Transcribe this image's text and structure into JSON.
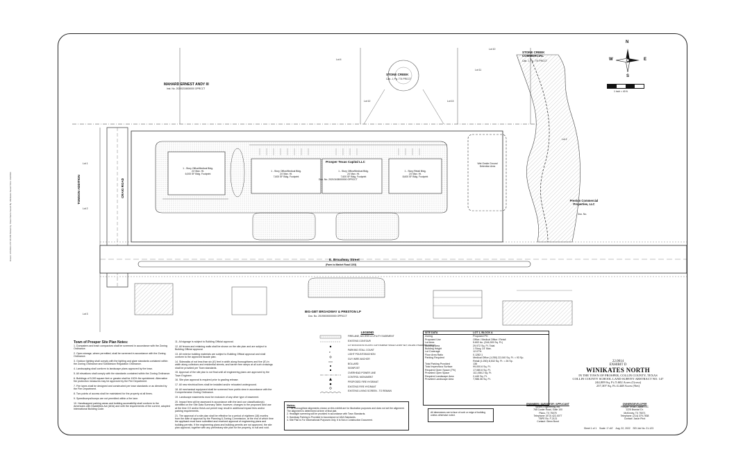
{
  "plan": {
    "owners": {
      "mahard": {
        "title": "MAHARD ERNEST ANDY III",
        "sub": "Inst. No. 20200218000000 OPRCCT"
      },
      "stone_creek": {
        "title": "STONE CREEK",
        "sub": "Cab. J, Pg. 774 PRCCT"
      },
      "stone_creek_commercial": {
        "title": "STONE CREEK COMMERCIAL",
        "sub": "Cab. J, Pg. 774 PRCCT"
      },
      "prosper_texas_capital": {
        "title": "Prosper Texas Capital LLC",
        "sub": "Doc. No. 20210108000000 OPRCCT"
      },
      "preston_commercial": {
        "title": "Preston Commercial Properties, LLC",
        "sub": "Doc. No."
      },
      "tomson_addition": "TOMSON ADDITION",
      "big_gbt": {
        "title": "BIG-GBT BROADWAY & PRESTON LP",
        "sub": "Doc. No. 20190000000000 OPRCCT"
      }
    },
    "lots": [
      "Lot 4",
      "Lot 12",
      "Lot 11",
      "Lot 13",
      "Lot 1",
      "Lot 2",
      "Lot 3",
      "Lot 10",
      "Lot 2"
    ],
    "roads": {
      "craig": "CRAIG ROAD",
      "broadway": "E. Broadway Street",
      "broadway_sub": "(Farm to Market Road 1193)"
    },
    "buildings": [
      {
        "name": "1 - Story Office/Medical Bldg.",
        "height": "24' Max. Ht.",
        "area": "6,000 SF Bldg. Footprint"
      },
      {
        "name": "1 - Story Office/Medical Bldg.",
        "height": "24' Max. Ht.",
        "area": "7,600 SF Bldg. Footprint"
      },
      {
        "name": "1 - Story Office/Medical Bldg.",
        "height": "24' Max. Ht.",
        "area": "7,600 SF Bldg. Footprint"
      },
      {
        "name": "1 - Story Retail Bldg.",
        "height": "24' Max. Ht.",
        "area": "8,600 SF Bldg. Footprint"
      }
    ],
    "pond": {
      "title": "Wet Onsite Ground Detention Area"
    }
  },
  "north_arrow": {
    "n": "N",
    "s": "S",
    "e": "E",
    "w": "W"
  },
  "scale": {
    "text": "1 inch = 40 ft."
  },
  "notes": {
    "title": "Town of Prosper Site Plan Notes:",
    "col1": [
      "1. Dumpsters and trash compactors shall be screened in accordance with the Zoning Ordinance.",
      "2. Open storage, where permitted, shall be screened in accordance with the Zoning Ordinance.",
      "3. Outdoor lighting shall comply with the lighting and glare standards contained within the Zoning Ordinance and Subdivision Regulation Ordinance.",
      "4. Landscaping shall conform to landscape plans approved by the town.",
      "5. All elevations shall comply with the standards contained within the Zoning Ordinance.",
      "6. Buildings of 5,000 square feet or greater shall be 100% fire sprinklered. Alternative fire protection measures may be approved by the Fire Department.",
      "7. Fire lanes shall be designed and constructed per town standards or as directed by the Fire Department.",
      "8. Two points of access shall be maintained for the property at all times.",
      "9. Speedbumps/humps are not permitted within a fire lane.",
      "10. Handicapped parking areas and building accessibility shall conform to the Americans with Disabilities Act (ADA) and with the requirements of the current, adopted International Building Code."
    ],
    "col2": [
      "11. All signage is subject to Building Official approval.",
      "12. All fences and retaining walls shall be shown on the site plan and are subject to Building Official approval.",
      "13. All exterior building materials are subject to Building Official approval and shall conform to the approved facade plan.",
      "14. Sidewalks of not less than six (6') feet in width along thoroughfares and five (5') in width along collectors and residential streets, and barrier free ramps at all curb crossings shall be provided per Town standards.",
      "15. Approval of the site plan is not final until all engineering plans are approved by the Town Engineer.",
      "16. Site plan approval is required prior to grading release.",
      "17. All new electrical lines shall be installed and/or relocated underground.",
      "18. All mechanical equipment shall be screened from public view in accordance with the Comprehensive Zoning Ordinance.",
      "19. Landscape easements must be exclusive of any other type of easement.",
      "20. Impact fees will be assessed in accordance with the land use classification(s) identified on the Site Data Summary Table; however, changes to the proposed land use at the time CO and/or finish-out permit may result in additional impact fees and/or parking requirements.",
      "21. The approval of a site plan shall be effective for a period of eighteen (18) months from the date of approval by the Planning & Zoning Commission, at the end of which time the applicant must have submitted and received approval of engineering plans and building permits. If the engineering plans and building permits are not approved, the site plan approval, together with any preliminary site plan for the property, is null and void."
    ]
  },
  "legend": {
    "title": "LEGEND",
    "items": [
      "FIRELANE, ACCESS & UTILITY EASEMENT",
      "EXISTING CONTOUR",
      "1/2\" IRON ROD W/ PLASTIC CAP STAMPED \"KIMLEY-HORN\" SET, UNLESS OTHERWISE NOTED",
      "PARKING STALL COUNT",
      "LIGHT POLE/STANCHION",
      "GUY WIRE ANCHOR",
      "BOLLARD",
      "SIGNPOST",
      "OVERHEAD POWER LINE",
      "CONTROL MONUMENT",
      "PROPOSED FIRE HYDRANT",
      "EXISTING FIRE HYDRANT",
      "EXISTING LIVING SCREEN - TO REMAIN"
    ]
  },
  "notes2": {
    "title": "Notes:",
    "items": [
      "1. The thoroughfare alignments shown on this exhibit are for illustration purposes and does not set the alignment. The alignment is determined at time of final plat.",
      "2. Headlight screening will be provided in accordance with Town Standards.",
      "3. Handicap Parking is Provided in Accordance w/ ADA Standards.",
      "4. Site Plan is For Informational Purposes Only. It is Not a Construction Document."
    ]
  },
  "site_data": {
    "header_left": "SITE DATA",
    "header_right": "LOT 1, BLOCK A",
    "rows": [
      [
        "Zoning",
        "Proposed PD"
      ],
      [
        "Proposed Use",
        "Office / Medical Office / Retail"
      ],
      [
        "Lot Area",
        "5.602 Ac. (244,009 Sq. Ft.)"
      ],
      [
        "Building Area",
        "29,972 Sq. Ft. Total"
      ],
      [
        "Building Height",
        "1 Story, 24' Max."
      ],
      [
        "Lot Coverage",
        "12.07%"
      ],
      [
        "Floor Area Ratio",
        "0.1282:1"
      ],
      [
        "Parking Required",
        "Medical Office (1:250) 22,040 Sq. Ft. = 93 Sp."
      ],
      [
        "",
        "Retail (1:250) 8,532 Sq. Ft. = 26 Sp."
      ],
      [
        "Total Parking Provided",
        "136"
      ],
      [
        "Total Impervious Surface",
        "99,000.6 Sq. Ft."
      ],
      [
        "Required Open Space (7%)",
        "17,080.6 Sq. Ft."
      ],
      [
        "Provided Open Space",
        "111,058.2 Sq. Ft."
      ],
      [
        "Required Landscape Area",
        "2,440 Sq. Ft."
      ],
      [
        "Provided Landscape Area",
        "7,986.36 Sq. Ft."
      ]
    ]
  },
  "dimension_note": "All dimensions are to face of curb or edge of building unless otherwise noted.",
  "title_block": {
    "case": "22.0014",
    "exhibit": "EXHIBIT D",
    "project": "WINIKATES NORTH",
    "line1": "IN THE TOWN OF PROSPER, COLLIN COUNTY, TEXAS",
    "line2": "COLLIN COUNTY SCHOOL LAND SURVEY ABSTRACT NO. 147",
    "line3": "244,009 Sq. Ft./5.602 Acres (Gross)",
    "line4": "237,307 Sq. Ft./4.448 Acres (Net)"
  },
  "engineer": {
    "title": "ENGINEER / SURVEYOR / APPLICANT",
    "lines": [
      "Spiars Engineering, Inc.",
      "765 Custer Road, Suite 100",
      "Plano, TX 75075",
      "Telephone: (972) 422-0077",
      "TBPE No. F-2121",
      "Contact: Glenn Bond"
    ]
  },
  "owner": {
    "title": "OWNER/DEVELOPER",
    "lines": [
      "Prosper Texas Capital LLC",
      "1225 Braxton Dr.",
      "McKinney, TX 75071",
      "Telephone: (214) 379-7838",
      "Contact: Jason Pirot"
    ]
  },
  "sheet_info": "Sheet 1 of 1    Scale: 1\"=40'    Aug. 22, 2022    SEI Job No. 21-123",
  "side_text": "Drawn: 3/7/2023 2:57:48 PM  Plotted by: Sheet Name  Saved By: Winikates  Saved Time: 3/3/2023",
  "colors": {
    "ink": "#1a1a1a",
    "hatch": "#777777",
    "paper": "#ffffff"
  }
}
